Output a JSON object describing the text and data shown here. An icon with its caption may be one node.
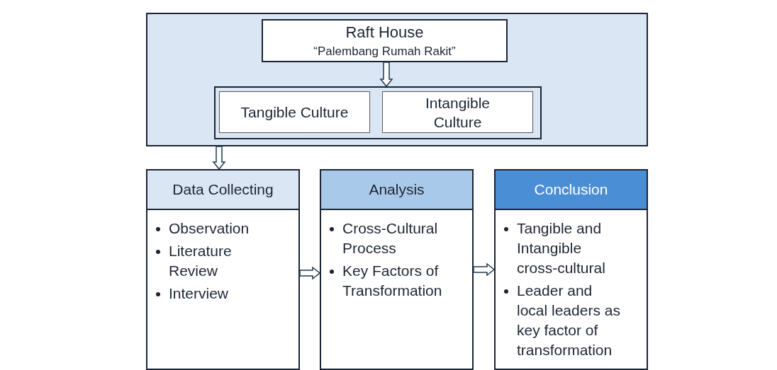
{
  "diagram": {
    "nodes": [
      {
        "text": [],
        "shape": "box"
      },
      {
        "text": [
          "Raft House",
          "“Palembang Rumah Rakit”"
        ],
        "in": 0
      },
      {
        "text": [],
        "shape": "box",
        "in": 0
      },
      {
        "text": [
          "Tangible Culture"
        ],
        "in": 2
      },
      {
        "text": [
          "Intangible Culture"
        ],
        "in": 2
      },
      {
        "text": [
          "Data Collecting",
          "Observation",
          "Literature Review",
          "Interview"
        ]
      },
      {
        "text": [
          "Analysis",
          "Cross-Cultural Process",
          "Key Factors of Transformation"
        ]
      },
      {
        "text": [
          "Conclusion",
          "Tangible and Intangible cross-cultural",
          "Leader and local leaders as key factor of transformation"
        ]
      }
    ],
    "edges": [
      {
        "from": 1,
        "to": 2,
        "arrow": "to"
      },
      {
        "from": 0,
        "to": 5,
        "arrow": "to"
      },
      {
        "from": 5,
        "to": 6,
        "arrow": "to"
      },
      {
        "from": 6,
        "to": 7,
        "arrow": "to"
      }
    ]
  }
}
